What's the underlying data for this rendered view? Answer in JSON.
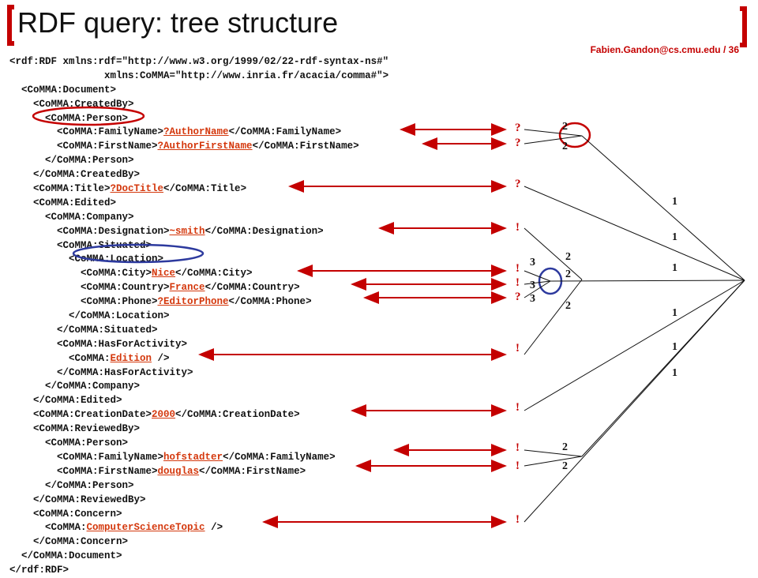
{
  "slide": {
    "title": "RDF query: tree structure",
    "author": "Fabien.Gandon@cs.cmu.edu  / 36"
  },
  "code_lines": [
    {
      "parts": [
        {
          "t": "<rdf:RDF xmlns:rdf=\"http://www.w3.org/1999/02/22-rdf-syntax-ns#\""
        }
      ]
    },
    {
      "parts": [
        {
          "t": "                xmlns:CoMMA=\"http://www.inria.fr/acacia/comma#\">"
        }
      ]
    },
    {
      "parts": [
        {
          "t": "  <CoMMA:Document>"
        }
      ]
    },
    {
      "parts": [
        {
          "t": "    <CoMMA:CreatedBy>"
        }
      ]
    },
    {
      "parts": [
        {
          "t": "      <CoMMA:Person>"
        }
      ]
    },
    {
      "parts": [
        {
          "t": "        <CoMMA:FamilyName>"
        },
        {
          "t": "?AuthorName",
          "hl": true
        },
        {
          "t": "</CoMMA:FamilyName>"
        }
      ]
    },
    {
      "parts": [
        {
          "t": "        <CoMMA:FirstName>"
        },
        {
          "t": "?AuthorFirstName",
          "hl": true
        },
        {
          "t": "</CoMMA:FirstName>"
        }
      ]
    },
    {
      "parts": [
        {
          "t": "      </CoMMA:Person>"
        }
      ]
    },
    {
      "parts": [
        {
          "t": "    </CoMMA:CreatedBy>"
        }
      ]
    },
    {
      "parts": [
        {
          "t": "    <CoMMA:Title>"
        },
        {
          "t": "?DocTitle",
          "hl": true
        },
        {
          "t": "</CoMMA:Title>"
        }
      ]
    },
    {
      "parts": [
        {
          "t": "    <CoMMA:Edited>"
        }
      ]
    },
    {
      "parts": [
        {
          "t": "      <CoMMA:Company>"
        }
      ]
    },
    {
      "parts": [
        {
          "t": "        <CoMMA:Designation>"
        },
        {
          "t": "~smith",
          "hl": true
        },
        {
          "t": "</CoMMA:Designation>"
        }
      ]
    },
    {
      "parts": [
        {
          "t": "        <CoMMA:Situated>"
        }
      ]
    },
    {
      "parts": [
        {
          "t": "          <CoMMA:Location>"
        }
      ]
    },
    {
      "parts": [
        {
          "t": "            <CoMMA:City>"
        },
        {
          "t": "Nice",
          "hl": true
        },
        {
          "t": "</CoMMA:City>"
        }
      ]
    },
    {
      "parts": [
        {
          "t": "            <CoMMA:Country>"
        },
        {
          "t": "France",
          "hl": true
        },
        {
          "t": "</CoMMA:Country>"
        }
      ]
    },
    {
      "parts": [
        {
          "t": "            <CoMMA:Phone>"
        },
        {
          "t": "?EditorPhone",
          "hl": true
        },
        {
          "t": "</CoMMA:Phone>"
        }
      ]
    },
    {
      "parts": [
        {
          "t": "          </CoMMA:Location>"
        }
      ]
    },
    {
      "parts": [
        {
          "t": "        </CoMMA:Situated>"
        }
      ]
    },
    {
      "parts": [
        {
          "t": "        <CoMMA:HasForActivity>"
        }
      ]
    },
    {
      "parts": [
        {
          "t": "          <CoMMA:"
        },
        {
          "t": "Edition",
          "hl": true
        },
        {
          "t": " />"
        }
      ]
    },
    {
      "parts": [
        {
          "t": "        </CoMMA:HasForActivity>"
        }
      ]
    },
    {
      "parts": [
        {
          "t": "      </CoMMA:Company>"
        }
      ]
    },
    {
      "parts": [
        {
          "t": "    </CoMMA:Edited>"
        }
      ]
    },
    {
      "parts": [
        {
          "t": "    <CoMMA:CreationDate>"
        },
        {
          "t": "2000",
          "hl": true
        },
        {
          "t": "</CoMMA:CreationDate>"
        }
      ]
    },
    {
      "parts": [
        {
          "t": "    <CoMMA:ReviewedBy>"
        }
      ]
    },
    {
      "parts": [
        {
          "t": "      <CoMMA:Person>"
        }
      ]
    },
    {
      "parts": [
        {
          "t": "        <CoMMA:FamilyName>"
        },
        {
          "t": "hofstadter",
          "hl": true
        },
        {
          "t": "</CoMMA:FamilyName>"
        }
      ]
    },
    {
      "parts": [
        {
          "t": "        <CoMMA:FirstName>"
        },
        {
          "t": "douglas",
          "hl": true
        },
        {
          "t": "</CoMMA:FirstName>"
        }
      ]
    },
    {
      "parts": [
        {
          "t": "      </CoMMA:Person>"
        }
      ]
    },
    {
      "parts": [
        {
          "t": "    </CoMMA:ReviewedBy>"
        }
      ]
    },
    {
      "parts": [
        {
          "t": "    <CoMMA:Concern>"
        }
      ]
    },
    {
      "parts": [
        {
          "t": "      <CoMMA:"
        },
        {
          "t": "ComputerScienceTopic",
          "hl": true
        },
        {
          "t": " />"
        }
      ]
    },
    {
      "parts": [
        {
          "t": "    </CoMMA:Concern>"
        }
      ]
    },
    {
      "parts": [
        {
          "t": "  </CoMMA:Document>"
        }
      ]
    },
    {
      "parts": [
        {
          "t": "</rdf:RDF>"
        }
      ]
    }
  ],
  "markers": [
    "?",
    "?",
    "?",
    "!",
    "!",
    "!",
    "?",
    "!",
    "!",
    "!",
    "!",
    "!"
  ],
  "depth_labels": {
    "level1": [
      "1",
      "1",
      "1",
      "1",
      "1",
      "1"
    ],
    "level2": [
      "2",
      "2",
      "2",
      "2",
      "2",
      "2",
      "2"
    ],
    "level3": [
      "3",
      "3",
      "3"
    ]
  },
  "colors": {
    "accent": "#c40000",
    "highlight": "#d4380d",
    "person_circle": "#c40000",
    "location_circle": "#2d3a9e"
  }
}
